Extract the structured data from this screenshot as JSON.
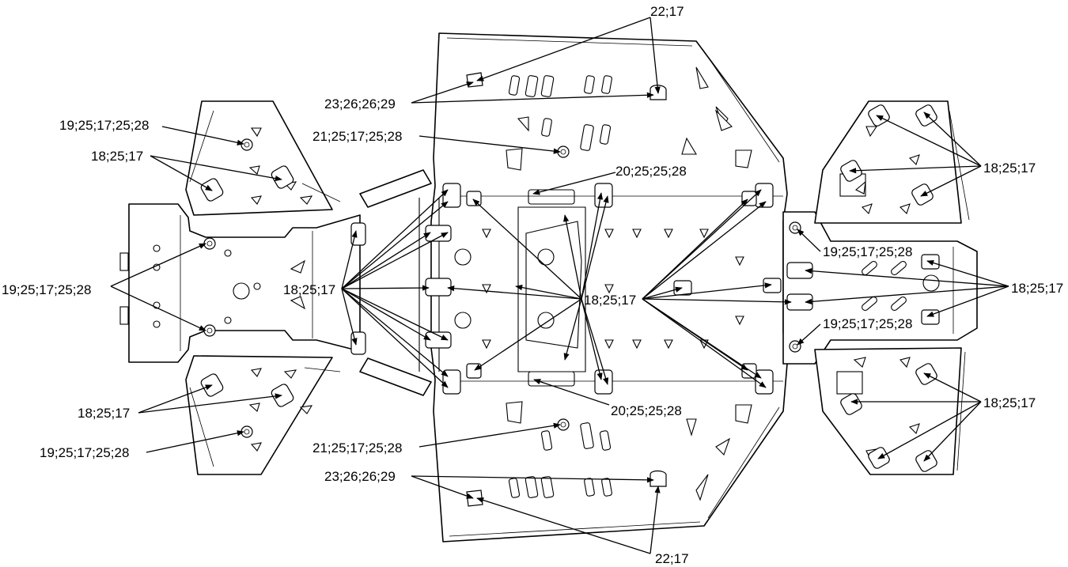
{
  "callouts": {
    "top_right_clip": "22;17",
    "top_tab_pair": "23;26;26;29",
    "top_center_nut": "21;25;17;25;28",
    "top_center_bracket": "20;25;25;28",
    "left_top_nut": "19;25;17;25;28",
    "left_top_clips": "18;25;17",
    "left_mid_nuts": "19;25;17;25;28",
    "left_center_clips": "18;25;17",
    "left_bottom_clips": "18;25;17",
    "left_bottom_nut": "19;25;17;25;28",
    "bottom_center_bracket": "20;25;25;28",
    "bottom_center_nut": "21;25;17;25;28",
    "bottom_tab_pair": "23;26;26;29",
    "bottom_right_clip": "22;17",
    "center_clips": "18;25;17",
    "right_top_clips": "18;25;17",
    "right_upper_nut": "19;25;17;25;28",
    "right_middle_clips": "18;25;17",
    "right_lower_nut": "19;25;17;25;28",
    "right_bottom_clips": "18;25;17"
  }
}
